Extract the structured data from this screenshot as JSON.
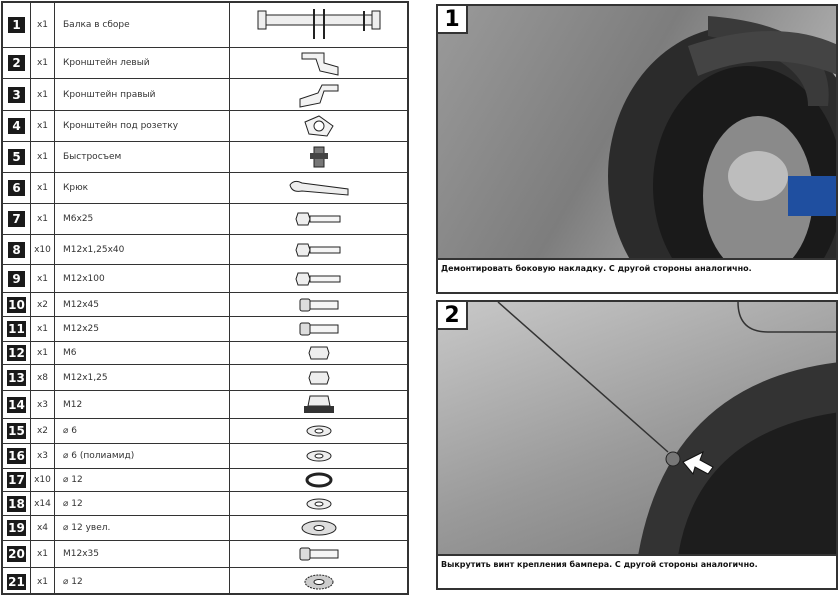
{
  "parts": [
    {
      "n": "1",
      "qty": "x1",
      "name": "Балка в сборе",
      "icon": "beam-icon"
    },
    {
      "n": "2",
      "qty": "x1",
      "name": "Кронштейн левый",
      "icon": "bracket-left-icon"
    },
    {
      "n": "3",
      "qty": "x1",
      "name": "Кронштейн правый",
      "icon": "bracket-right-icon"
    },
    {
      "n": "4",
      "qty": "x1",
      "name": "Кронштейн под розетку",
      "icon": "socket-bracket-icon"
    },
    {
      "n": "5",
      "qty": "x1",
      "name": "Быстросъем",
      "icon": "quick-release-icon"
    },
    {
      "n": "6",
      "qty": "x1",
      "name": "Крюк",
      "icon": "hook-icon"
    },
    {
      "n": "7",
      "qty": "x1",
      "name": "М6х25",
      "icon": "bolt-icon"
    },
    {
      "n": "8",
      "qty": "x10",
      "name": "М12х1,25х40",
      "icon": "bolt-icon"
    },
    {
      "n": "9",
      "qty": "x1",
      "name": "М12х100",
      "icon": "bolt-icon"
    },
    {
      "n": "10",
      "qty": "x2",
      "name": "М12х45",
      "icon": "socket-bolt-icon"
    },
    {
      "n": "11",
      "qty": "x1",
      "name": "М12х25",
      "icon": "socket-bolt-icon"
    },
    {
      "n": "12",
      "qty": "x1",
      "name": "М6",
      "icon": "nut-icon"
    },
    {
      "n": "13",
      "qty": "x8",
      "name": "М12х1,25",
      "icon": "nut-icon"
    },
    {
      "n": "14",
      "qty": "x3",
      "name": "М12",
      "icon": "flange-nut-icon"
    },
    {
      "n": "15",
      "qty": "x2",
      "name": "⌀ 6",
      "icon": "washer-icon"
    },
    {
      "n": "16",
      "qty": "x3",
      "name": "⌀ 6 (полиамид)",
      "icon": "washer-icon"
    },
    {
      "n": "17",
      "qty": "x10",
      "name": "⌀ 12",
      "icon": "spring-washer-icon"
    },
    {
      "n": "18",
      "qty": "x14",
      "name": "⌀ 12",
      "icon": "washer-icon"
    },
    {
      "n": "19",
      "qty": "x4",
      "name": "⌀ 12 увел.",
      "icon": "large-washer-icon"
    },
    {
      "n": "20",
      "qty": "x1",
      "name": "М12х35",
      "icon": "socket-bolt-icon"
    },
    {
      "n": "21",
      "qty": "x1",
      "name": "⌀ 12",
      "icon": "serrated-washer-icon"
    }
  ],
  "steps": [
    {
      "n": "1",
      "caption": "Демонтировать боковую накладку. С другой стороны аналогично."
    },
    {
      "n": "2",
      "caption": "Выкрутить винт крепления бампера. С другой стороны аналогично."
    }
  ]
}
